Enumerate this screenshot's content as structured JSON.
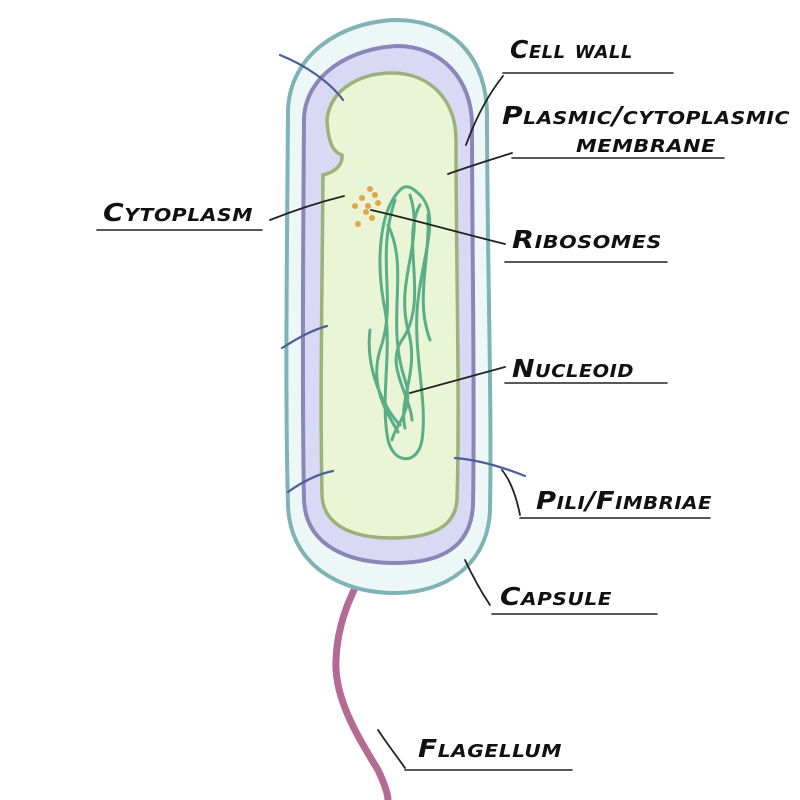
{
  "labels": {
    "cell_wall": "Cell wall",
    "membrane_line1": "Plasmic/cytoplasmic",
    "membrane_line2": "membrane",
    "cytoplasm": "Cytoplasm",
    "ribosomes": "Ribosomes",
    "nucleoid": "Nucleoid",
    "pili": "Pili/Fimbriae",
    "capsule": "Capsule",
    "flagellum": "Flagellum"
  },
  "colors": {
    "capsule_stroke": "#7fb3b5",
    "capsule_fill": "#eef7f8",
    "wall_stroke": "#8a86b8",
    "wall_fill": "#d9d9f5",
    "membrane_stroke": "#9db27a",
    "cytoplasm_fill": "#eaf5d5",
    "nucleoid_stroke": "#5aae87",
    "ribosome_fill": "#e0a64a",
    "pili_stroke": "#4a5f9a",
    "flagellum_stroke": "#b36a95"
  }
}
